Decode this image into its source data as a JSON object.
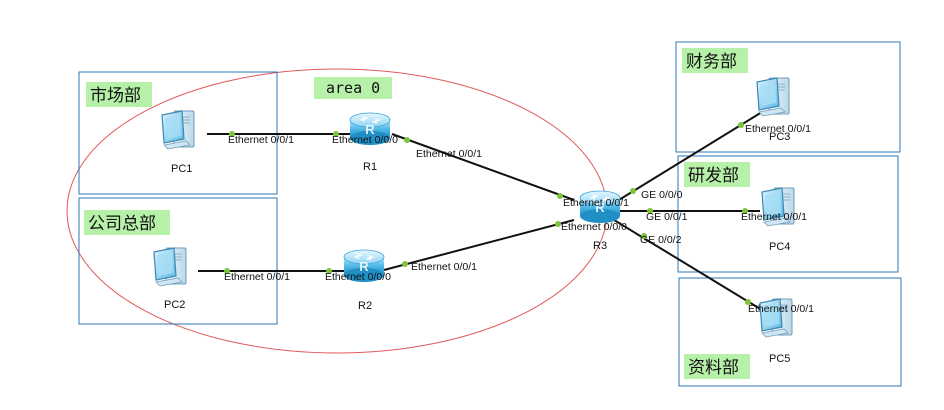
{
  "area": {
    "label": "area 0"
  },
  "zones": {
    "market": "市场部",
    "hq": "公司总部",
    "finance": "财务部",
    "rnd": "研发部",
    "data": "资料部"
  },
  "devices": {
    "pc1": "PC1",
    "pc2": "PC2",
    "pc3": "PC3",
    "pc4": "PC4",
    "pc5": "PC5",
    "r1": "R1",
    "r2": "R2",
    "r3": "R3"
  },
  "ports": {
    "pc1_e001": "Ethernet 0/0/1",
    "r1_e000": "Ethernet 0/0/0",
    "r1_e001": "Ethernet 0/0/1",
    "pc2_e001": "Ethernet 0/0/1",
    "r2_e000": "Ethernet 0/0/0",
    "r2_e001": "Ethernet 0/0/1",
    "r3_e001": "Ethernet 0/0/1",
    "r3_e000": "Ethernet 0/0/0",
    "r3_ge000": "GE 0/0/0",
    "r3_ge001": "GE 0/0/1",
    "r3_ge002": "GE 0/0/2",
    "pc3_e001": "Ethernet 0/0/1",
    "pc4_e001": "Ethernet 0/0/1",
    "pc5_e001": "Ethernet 0/0/1"
  },
  "colors": {
    "zone_border": "#2e75b6",
    "zone_label_bg": "#b7f0a8",
    "area_ellipse": "#e05a5a",
    "link": "#111111",
    "port_dot": "#7cc43a",
    "router_body": "#4fb6e6"
  }
}
